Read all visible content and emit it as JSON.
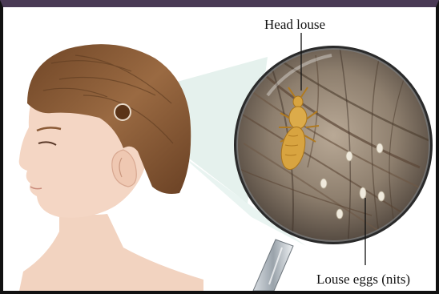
{
  "labels": {
    "head_louse": "Head louse",
    "louse_eggs": "Louse eggs (nits)"
  },
  "colors": {
    "hair": "#8a5a36",
    "skin": "#f4d6c4",
    "lens_rim": "#2a2a2a",
    "louse": "#d8a440",
    "frame_top": "#4a3a55"
  },
  "icons": [
    "magnifying-glass",
    "head-louse",
    "nit"
  ]
}
